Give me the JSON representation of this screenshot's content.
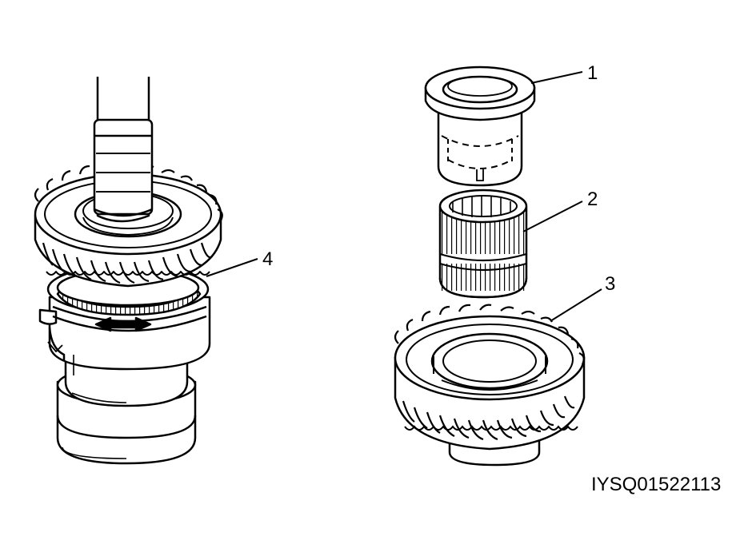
{
  "callouts": {
    "c1": "1",
    "c2": "2",
    "c3": "3",
    "c4": "4"
  },
  "figure_code": "IYSQ01522113",
  "colors": {
    "ink": "#000000",
    "paper": "#ffffff"
  }
}
